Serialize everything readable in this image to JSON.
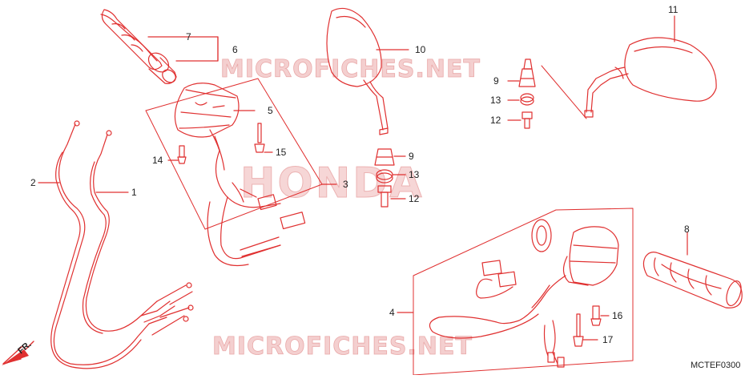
{
  "watermarks": {
    "top": "MICROFICHES.NET",
    "bottom": "MICROFICHES.NET",
    "brand": "HONDA"
  },
  "callouts": {
    "c1": "1",
    "c2": "2",
    "c3": "3",
    "c4": "4",
    "c5": "5",
    "c6": "6",
    "c7": "7",
    "c8": "8",
    "c9a": "9",
    "c9b": "9",
    "c10": "10",
    "c11": "11",
    "c12a": "12",
    "c12b": "12",
    "c13a": "13",
    "c13b": "13",
    "c14": "14",
    "c15": "15",
    "c16": "16",
    "c17": "17"
  },
  "direction_label": "FR.",
  "diagram_code": "MCTEF0300",
  "colors": {
    "line": "#e03030",
    "watermark": "#f3c8c8"
  }
}
